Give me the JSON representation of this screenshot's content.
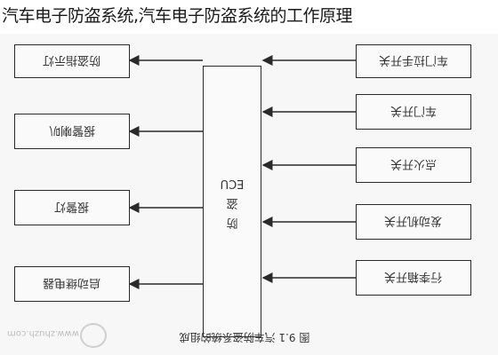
{
  "title": "汽车电子防盗系统,汽车电子防盗系统的工作原理",
  "ecu": {
    "line1": "防",
    "line2": "盗",
    "line3": "ECU"
  },
  "outputs": [
    {
      "label": "防盗指示灯"
    },
    {
      "label": "报警喇叭"
    },
    {
      "label": "报警灯"
    },
    {
      "label": "启动继电器"
    }
  ],
  "inputs": [
    {
      "label": "车门拉手开关"
    },
    {
      "label": "车门开关"
    },
    {
      "label": "点火开关"
    },
    {
      "label": "发动机开关"
    },
    {
      "label": "行李箱开关"
    }
  ],
  "caption": "图 9.1  汽车防盗系统的组成",
  "watermark": "www.zhuzh.com"
}
